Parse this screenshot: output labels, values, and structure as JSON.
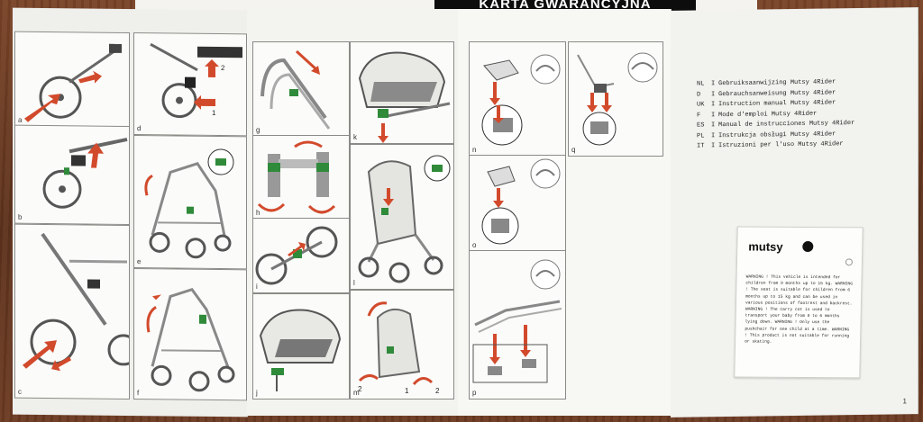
{
  "header": {
    "title": "KARTA GWARANCYJNA"
  },
  "steps": {
    "a": "a",
    "b": "b",
    "c": "c",
    "d": "d",
    "e": "e",
    "f": "f",
    "g": "g",
    "h": "h",
    "i": "i",
    "j": "j",
    "k": "k",
    "l": "l",
    "m": "m",
    "n": "n",
    "o": "o",
    "p": "p",
    "q": "q"
  },
  "languages": [
    {
      "code": "NL",
      "sep": "I",
      "title": "Gebruiksaanwijzing Mutsy 4Rider"
    },
    {
      "code": "D",
      "sep": "I",
      "title": "Gebrauchsanweisung Mutsy 4Rider"
    },
    {
      "code": "UK",
      "sep": "I",
      "title": "Instruction manual Mutsy 4Rider"
    },
    {
      "code": "F",
      "sep": "I",
      "title": "Mode d'emploi Mutsy 4Rider"
    },
    {
      "code": "ES",
      "sep": "I",
      "title": "Manual de instrucciones Mutsy 4Rider"
    },
    {
      "code": "PL",
      "sep": "I",
      "title": "Instrukcja obsługi Mutsy 4Rider"
    },
    {
      "code": "IT",
      "sep": "I",
      "title": "Istruzioni per l'uso Mutsy 4Rider"
    }
  ],
  "warning_card": {
    "brand": "mutsy",
    "brand_icon": "mutsy-logo-icon",
    "text": "WARNING ! This vehicle is intended for children from 0 months up to 15 kg. WARNING ! The seat is suitable for children from 6 months up to 15 kg and can be used in various positions of footrest and backrest. WARNING ! The carry cot is used to transport your baby from 0 to 6 months lying down. WARNING ! Only use the pushchair for one child at a time. WARNING ! This product is not suitable for running or skating."
  },
  "page_number": "1",
  "colors": {
    "arrow": "#d24a2c",
    "accent_green": "#2f8a3a",
    "paper": "#f6f6f3",
    "line": "#555555"
  }
}
